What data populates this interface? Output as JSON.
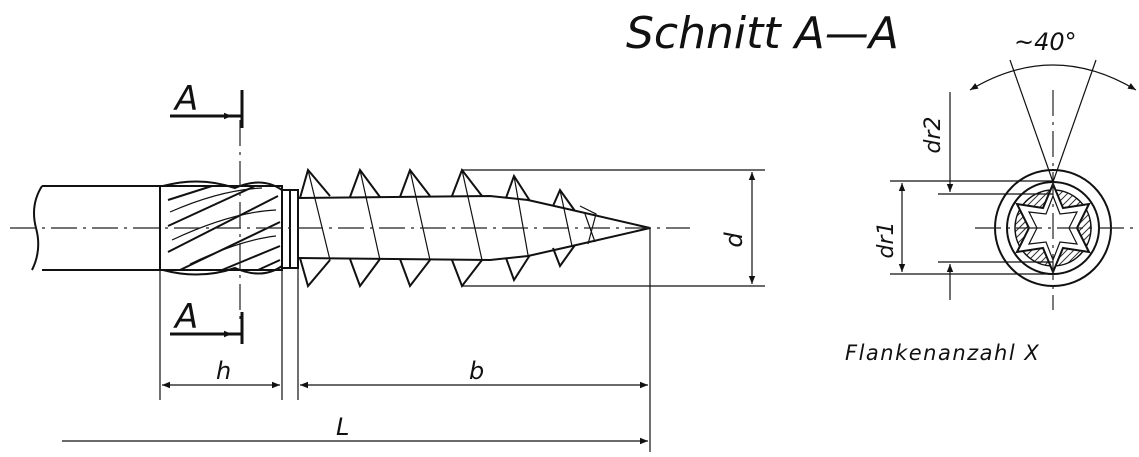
{
  "section_title": "Schnitt A—A",
  "section_marker": "A",
  "labels": {
    "h": "h",
    "b": "b",
    "L": "L",
    "d": "d",
    "dr1": "dr1",
    "dr2": "dr2",
    "angle": "~40°",
    "flank_count": "Flankenanzahl X"
  }
}
